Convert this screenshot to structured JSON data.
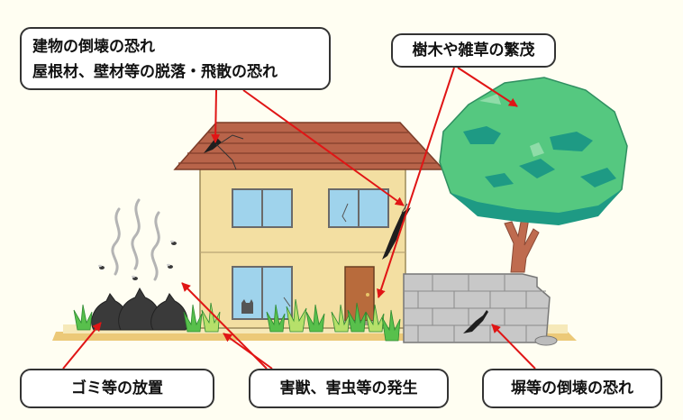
{
  "callouts": {
    "building": {
      "line1": "建物の倒壊の恐れ",
      "line2": "屋根材、壁材等の脱落・飛散の恐れ"
    },
    "tree": "樹木や雑草の繁茂",
    "garbage": "ゴミ等の放置",
    "pests": "害獣、害虫等の発生",
    "wall": "塀等の倒壊の恐れ"
  },
  "colors": {
    "background": "#fffef2",
    "wall": "#f3dfa2",
    "roof": "#b8644a",
    "window": "#9fd3ec",
    "door": "#b86b3c",
    "foliage": "#55c880",
    "foliage_dark": "#1e9a84",
    "trunk": "#bf6b4f",
    "block_wall": "#c8c8c8",
    "garbage": "#3a3a3a",
    "grass": "#58c04c",
    "arrow": "#e01515"
  }
}
